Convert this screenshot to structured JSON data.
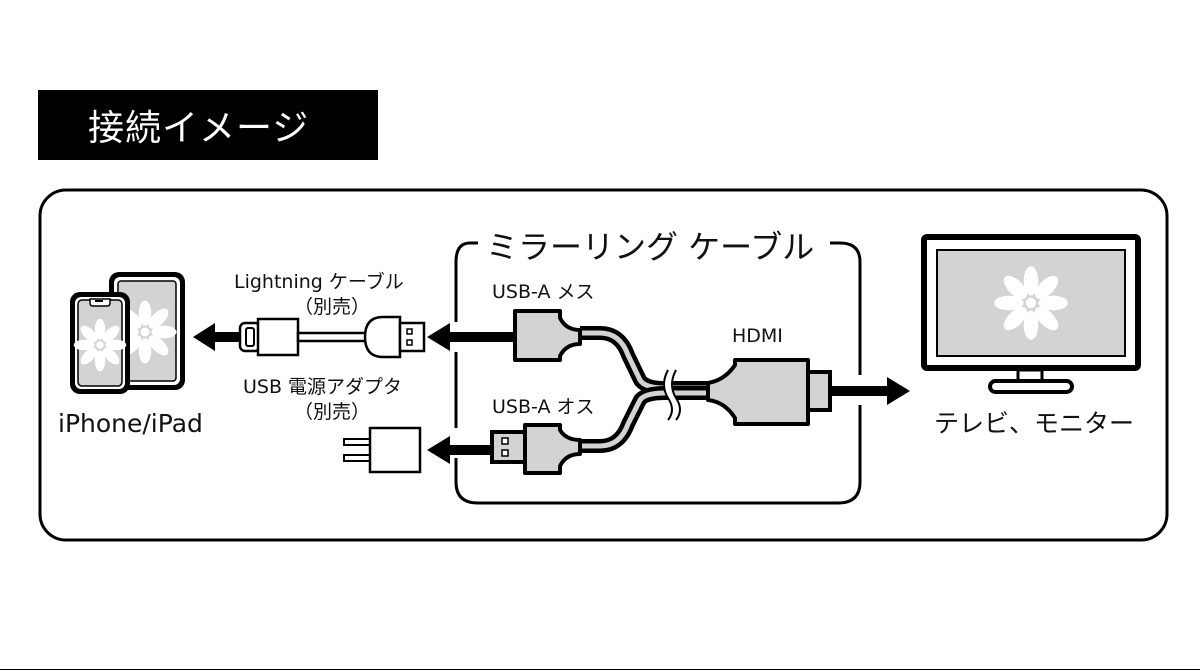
{
  "title": "接続イメージ",
  "group_label": "ミラーリング ケーブル",
  "source_device": {
    "label": "iPhone/iPad"
  },
  "target_device": {
    "label": "テレビ、モニター"
  },
  "lightning_cable": {
    "label": "Lightning ケーブル",
    "note": "（別売）"
  },
  "usb_adapter": {
    "label": "USB 電源アダプタ",
    "note": "（別売）"
  },
  "connectors": {
    "usb_a_female": "USB-A メス",
    "usb_a_male": "USB-A オス",
    "hdmi": "HDMI"
  },
  "colors": {
    "fill_gray": "#d3d3d3",
    "stroke": "#000000",
    "title_bg": "#000000",
    "title_fg": "#ffffff"
  }
}
